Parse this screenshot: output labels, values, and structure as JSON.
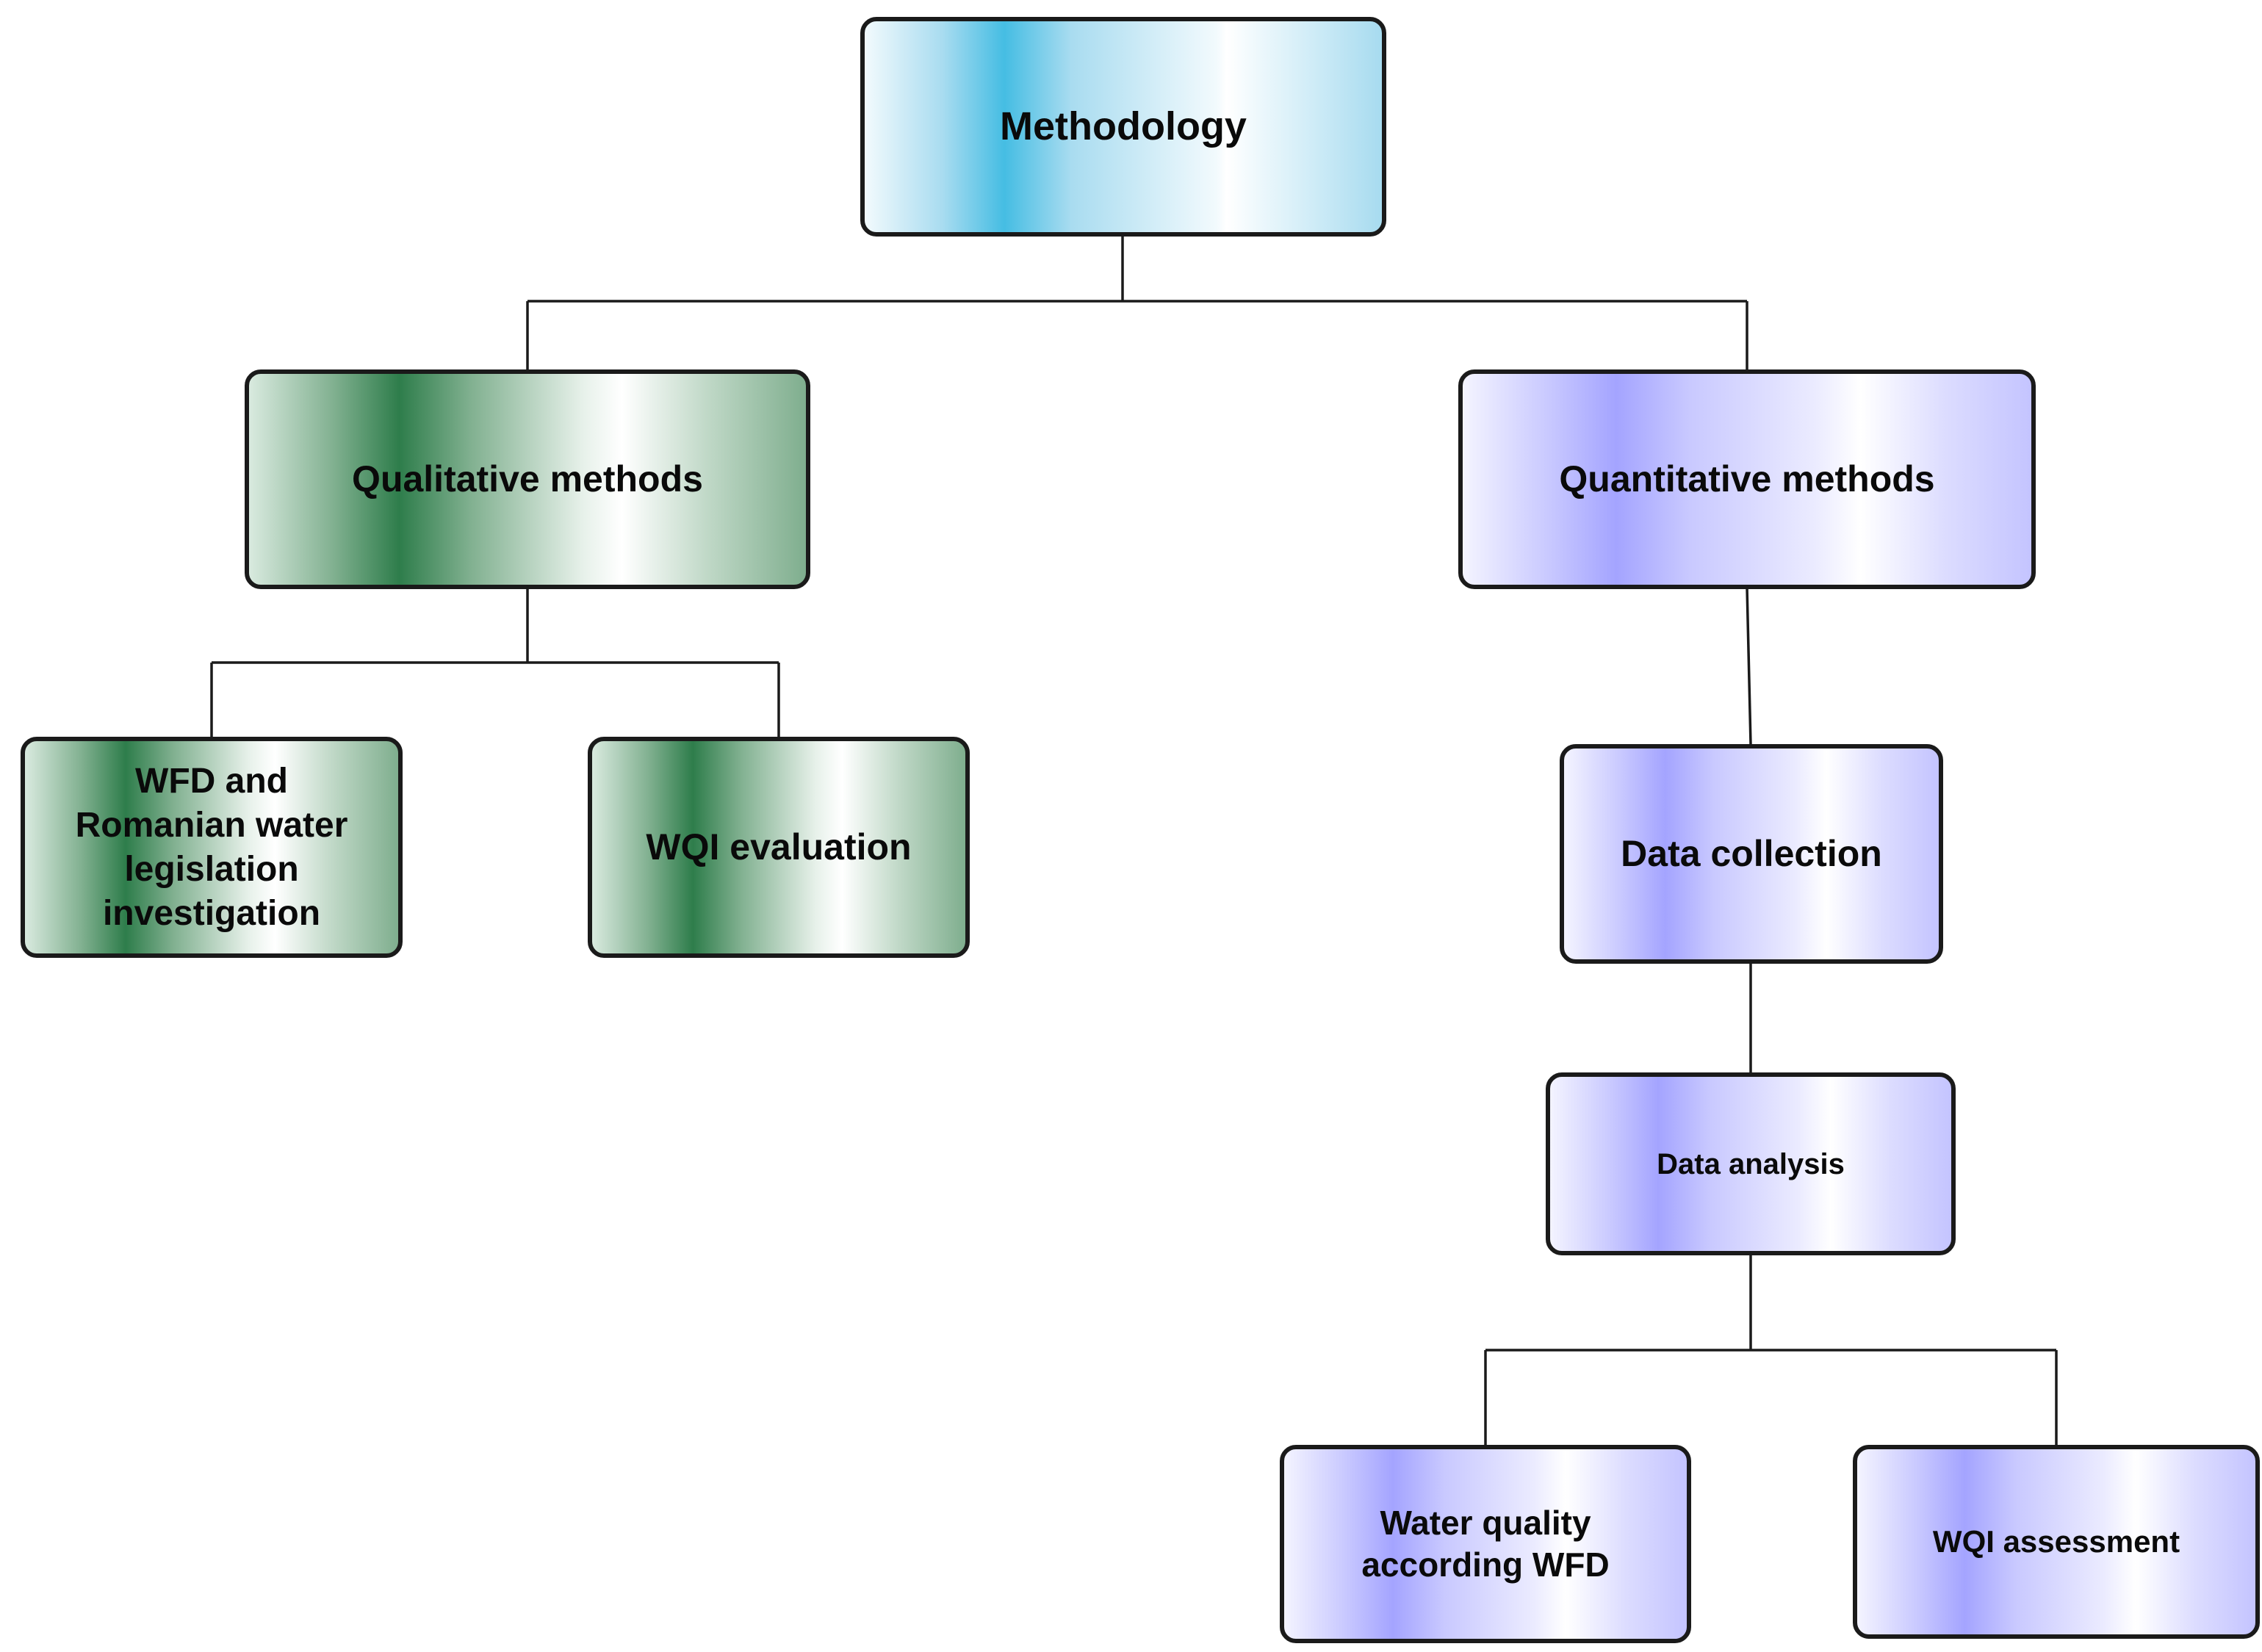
{
  "nodes": {
    "methodology": "Methodology",
    "qualitative": "Qualitative methods",
    "quantitative": "Quantitative methods",
    "wfd_romanian": "WFD and Romanian water legislation investigation",
    "wqi_evaluation": "WQI evaluation",
    "data_collection": "Data collection",
    "data_analysis": "Data analysis",
    "water_quality_wfd": "Water quality according WFD",
    "wqi_assessment": "WQI assessment"
  },
  "colors": {
    "root": "#45bde3",
    "qualitative_branch": "#2e7d4b",
    "quantitative_branch": "#a4a4ff",
    "border": "#1a1a1a",
    "connector": "#1a1a1a"
  }
}
